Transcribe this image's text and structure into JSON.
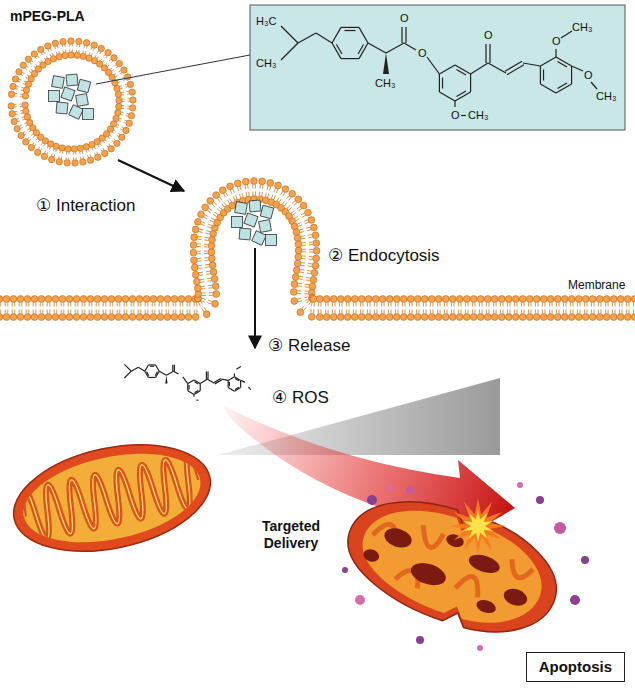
{
  "diagram": {
    "nodes": [
      {
        "text": [
          "H₃C",
          "CH₃",
          "CH₃",
          "O",
          "O",
          "O",
          "O",
          "CH₃",
          "O",
          "CH₃",
          "O",
          "CH₃"
        ]
      },
      {
        "text": [
          "Apoptosis"
        ]
      }
    ],
    "labels": [
      "mPEG-PLA",
      "① Interaction",
      "② Endocytosis",
      "Membrane",
      "③ Release",
      "④ ROS",
      "Targeted Delivery"
    ]
  }
}
